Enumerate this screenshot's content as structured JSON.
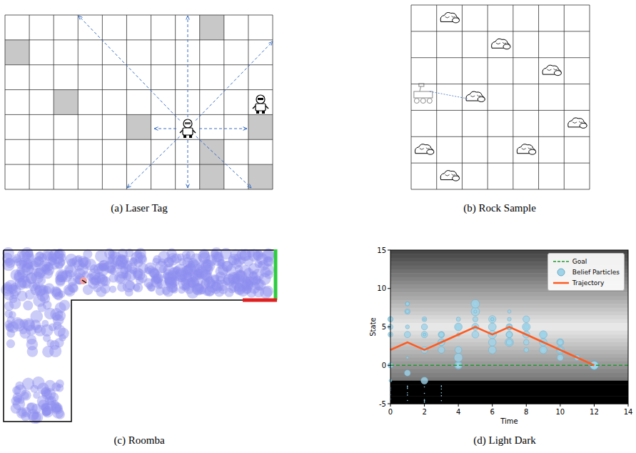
{
  "diagram": {
    "labels": [
      "(a) Laser Tag",
      "(b) Rock Sample",
      "(c) Roomba",
      "(d) Light Dark",
      "15",
      "10",
      "5",
      "0",
      "-5",
      "0",
      "2",
      "4",
      "6",
      "8",
      "10",
      "12",
      "14",
      "State",
      "Time"
    ],
    "legend": [
      {
        "text": "Goal"
      },
      {
        "text": "Belief Particles"
      },
      {
        "text": "Trajectory"
      }
    ]
  }
}
